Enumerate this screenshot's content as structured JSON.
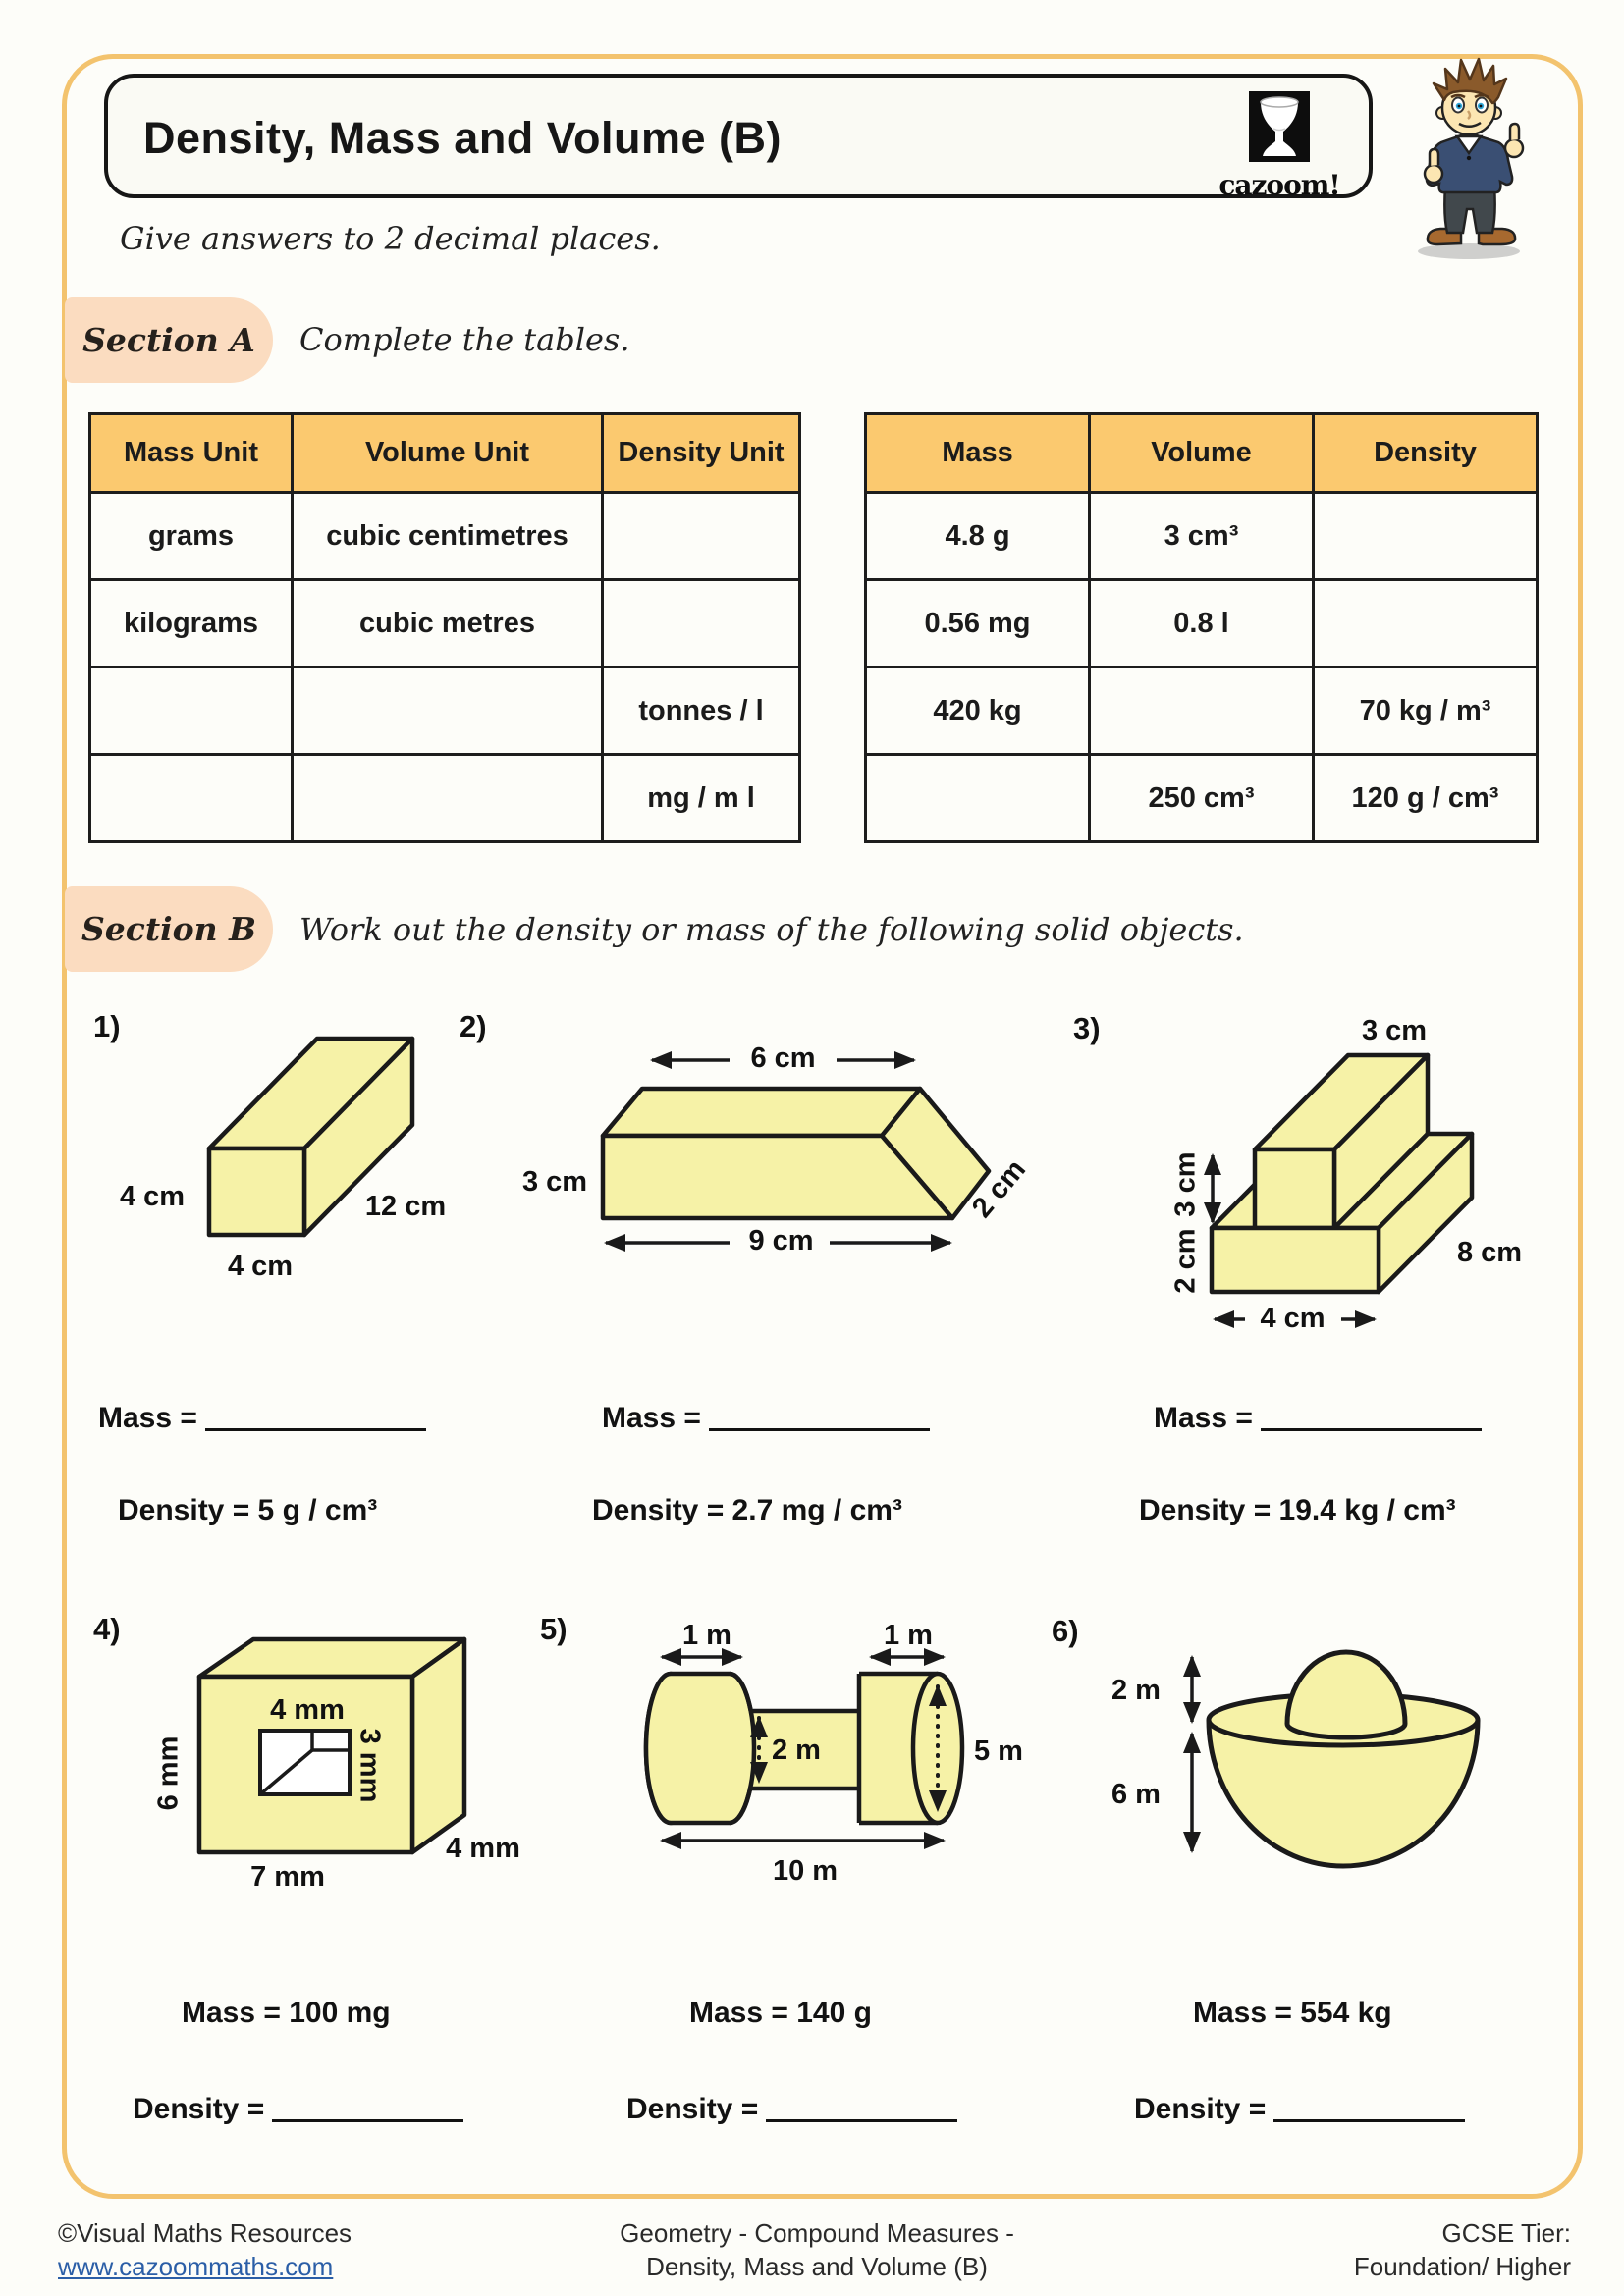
{
  "header": {
    "title": "Density, Mass and Volume (B)",
    "logo_text": "cazoom!"
  },
  "instruction": "Give answers to 2 decimal places.",
  "section_a": {
    "badge": "Section A",
    "text": "Complete the tables."
  },
  "section_b": {
    "badge": "Section B",
    "text": "Work out the density or mass of the following solid objects."
  },
  "unit_table": {
    "headers": [
      "Mass Unit",
      "Volume Unit",
      "Density Unit"
    ],
    "rows": [
      [
        "grams",
        "cubic centimetres",
        ""
      ],
      [
        "kilograms",
        "cubic metres",
        ""
      ],
      [
        "",
        "",
        "tonnes / l"
      ],
      [
        "",
        "",
        "mg / m l"
      ]
    ]
  },
  "value_table": {
    "headers": [
      "Mass",
      "Volume",
      "Density"
    ],
    "rows": [
      [
        "4.8 g",
        "3 cm³",
        ""
      ],
      [
        "0.56 mg",
        "0.8 l",
        ""
      ],
      [
        "420 kg",
        "",
        "70 kg / m³"
      ],
      [
        "",
        "250 cm³",
        "120 g / cm³"
      ]
    ]
  },
  "problems": [
    {
      "num": "1)",
      "dims": {
        "h": "4 cm",
        "w": "4 cm",
        "d": "12 cm"
      },
      "mass_label": "Mass =",
      "density_text": "Density = 5 g / cm³"
    },
    {
      "num": "2)",
      "dims": {
        "top": "6 cm",
        "left": "3 cm",
        "bottom": "9 cm",
        "depth": "2 cm"
      },
      "mass_label": "Mass =",
      "density_text": "Density = 2.7 mg / cm³"
    },
    {
      "num": "3)",
      "dims": {
        "top": "3 cm",
        "stem": "3 cm",
        "base": "2 cm",
        "bottom": "4 cm",
        "depth": "8 cm"
      },
      "mass_label": "Mass =",
      "density_text": "Density = 19.4 kg / cm³"
    },
    {
      "num": "4)",
      "dims": {
        "hole_w": "4 mm",
        "hole_h": "3 mm",
        "h": "6 mm",
        "w": "7 mm",
        "d": "4 mm"
      },
      "mass_text": "Mass = 100 mg",
      "density_label": "Density ="
    },
    {
      "num": "5)",
      "dims": {
        "left": "1 m",
        "right": "1 m",
        "mid": "2 m",
        "diam": "5 m",
        "total": "10 m"
      },
      "mass_text": "Mass = 140 g",
      "density_label": "Density ="
    },
    {
      "num": "6)",
      "dims": {
        "top": "2 m",
        "bottom": "6 m"
      },
      "mass_text": "Mass = 554 kg",
      "density_label": "Density ="
    }
  ],
  "footer": {
    "copyright": "©Visual Maths Resources",
    "url": "www.cazoommaths.com",
    "center_line1": "Geometry - Compound Measures -",
    "center_line2": "Density, Mass and Volume (B)",
    "right_line1": "GCSE Tier:",
    "right_line2": "Foundation/ Higher"
  },
  "colors": {
    "frame_orange": "#F3C36E",
    "table_header": "#FBC96F",
    "badge_peach": "#FBDCC0",
    "shape_yellow": "#F6F2A7",
    "link_blue": "#2B5EA7"
  }
}
